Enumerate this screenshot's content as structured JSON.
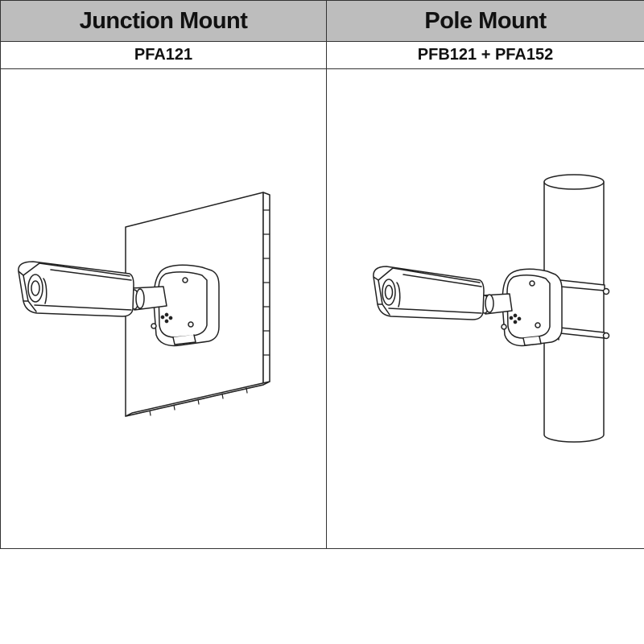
{
  "table": {
    "columns": [
      {
        "title": "Junction Mount",
        "model": "PFA121"
      },
      {
        "title": "Pole Mount",
        "model": "PFB121 + PFA152"
      }
    ]
  }
}
